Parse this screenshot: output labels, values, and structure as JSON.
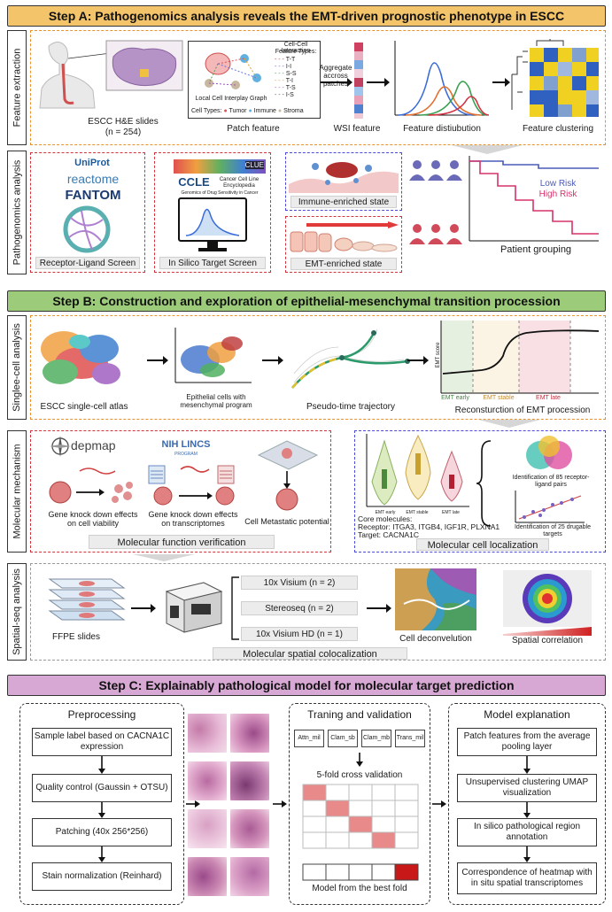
{
  "stepA": {
    "title": "Step A: Pathogenomics analysis reveals the EMT-driven prognostic phenotype in ESCC",
    "side_feature": "Feature extraction",
    "side_patho": "Pathogenomics analysis",
    "slides_label": "ESCC H&E slides",
    "slides_n": "(n = 254)",
    "local_graph": "Local Cell Interplay Graph",
    "cell_types": "Cell Types:",
    "tumor": "Tumor",
    "immune": "Immune",
    "stroma": "Stroma",
    "cci_title": "Cell-Cell Interaction",
    "cci_sub": "Feature Types:",
    "cci_types": [
      "T-T",
      "I-I",
      "S-S",
      "T-I",
      "T-S",
      "I-S"
    ],
    "patch_feature": "Patch feature",
    "aggregate": "Aggregate accross patches",
    "wsi_feature": "WSI feature",
    "feature_distribution": "Feature distiubution",
    "feature_clustering": "Feature clustering",
    "uniprot": "UniProt",
    "reactome": "reactome",
    "fantom": "FANTOM",
    "receptor_ligand": "Receptor-Ligand Screen",
    "clue": "CLUE",
    "ccle": "CCLE",
    "ccle_sub": "Cancer Cell Line Encyclopedia",
    "gdsc": "Genomics of Drug Sensitivity in Cancer",
    "in_silico": "In Silico Target Screen",
    "immune_state": "Immune-enriched state",
    "emt_state": "EMT-enriched state",
    "low_risk": "Low Risk",
    "high_risk": "High Risk",
    "patient_grouping": "Patient grouping"
  },
  "stepB": {
    "title": "Step B: Construction and exploration of epithelial-mesenchymal transition procession",
    "side_sc": "Singlee-cell analysis",
    "side_mm": "Molecular mechanism",
    "side_sp": "Spatial-seq analysis",
    "atlas": "ESCC single-cell atlas",
    "epithelial": "Epithelial cells with mesenchymal program",
    "pseudo": "Pseudo-time trajectory",
    "emt_score": "EMT score",
    "emt_early": "EMT early",
    "emt_stable": "EMT stable",
    "emt_late": "EMT late",
    "reconstruction": "Reconsturction of EMT procession",
    "depmap": "depmap",
    "nih_lincs": "NIH LINCS",
    "program": "PROGRAM",
    "knock_viability": "Gene knock down effects on cell viability",
    "knock_transcript": "Gene knock down effects on transcriptomes",
    "metastatic": "Cell Metastatic potential",
    "mol_function": "Molecular function verification",
    "violin_labels": [
      "EMT early",
      "EMT stable",
      "EMT late"
    ],
    "core_molecules": "Core molecules:",
    "receptor_line": "Receptor: ITGA3, ITGB4, IGF1R, PLXNA1",
    "target_line": "Target: CACNA1C",
    "mol_loc": "Molecular cell localization",
    "ident_85": "Identification of 85 receptor-ligand pairs",
    "ident_25": "Identification of 25 drugable targets",
    "ffpe": "FFPE slides",
    "visium": "10x Visium (n = 2)",
    "stereoseq": "Stereoseq (n = 2)",
    "visium_hd": "10x Visium HD (n = 1)",
    "deconv": "Cell deconvelution",
    "spatial_corr": "Spatial correlation",
    "mol_spatial": "Molecular spatial colocalization"
  },
  "stepC": {
    "title": "Step C: Explainably pathological model for molecular target prediction",
    "preprocessing": "Preprocessing",
    "pre_steps": [
      "Sample label based on CACNA1C expression",
      "Quality control (Gaussin + OTSU)",
      "Patching (40x 256*256)",
      "Stain normalization (Reinhard)"
    ],
    "training": "Traning and validation",
    "models": [
      "Attn_mil",
      "Clam_sb",
      "Clam_mb",
      "Trans_mil"
    ],
    "cv": "5-fold cross validation",
    "best_fold": "Model from the best fold",
    "explanation": "Model explanation",
    "exp_steps": [
      "Patch features from the average pooling layer",
      "Unsupervised clustering UMAP visualization",
      "In silico pathological region annotation",
      "Correspondence of heatmap with in situ spatial transcriptomes"
    ]
  },
  "colors": {
    "stepA_banner": "#f4c46a",
    "stepB_banner": "#9ccc7a",
    "stepC_banner": "#d8a8d4",
    "orange_dash": "#e8912d",
    "red_dash": "#d2323c",
    "blue_dash": "#4a4ad8",
    "low_risk": "#4a5ab8",
    "high_risk": "#d6336a"
  }
}
